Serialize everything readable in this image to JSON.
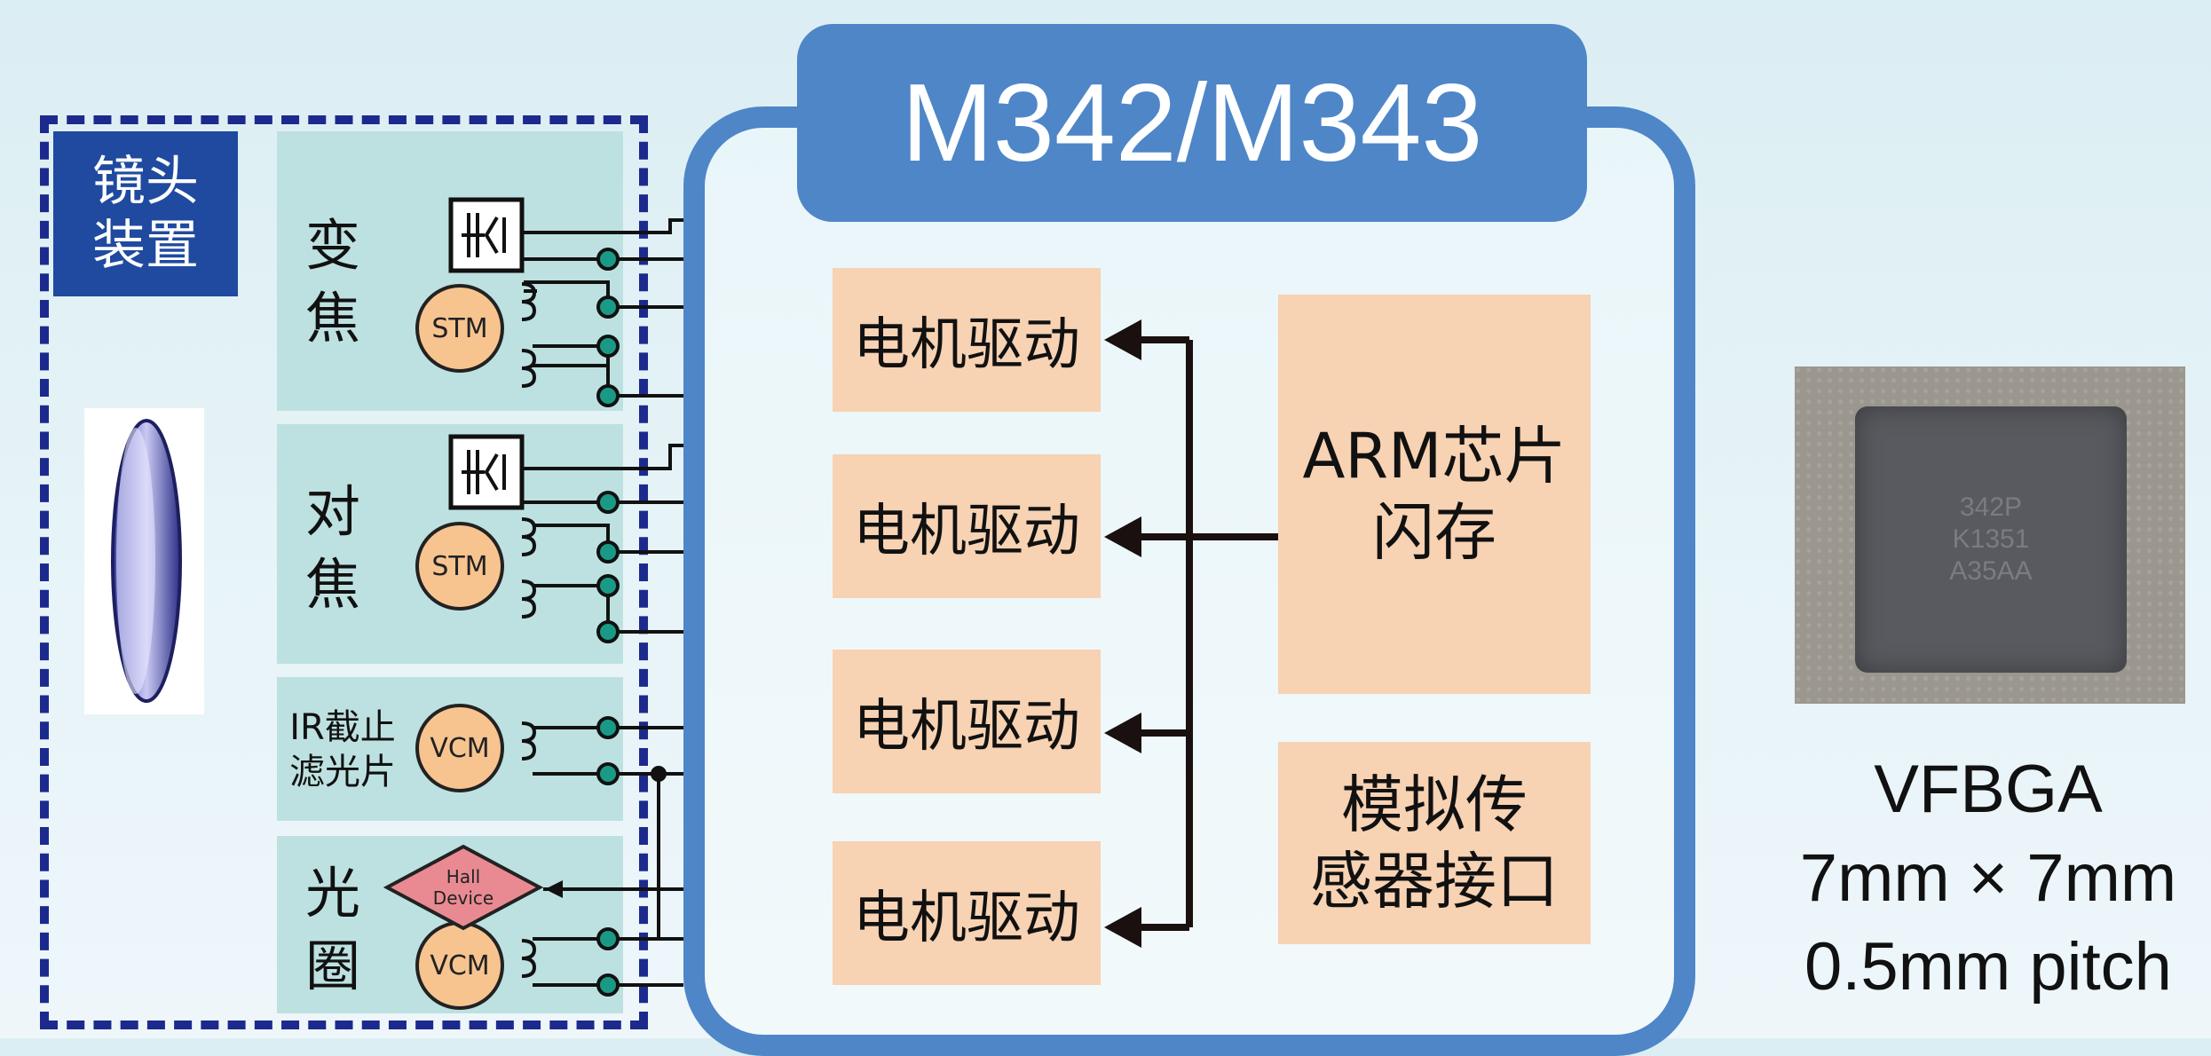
{
  "chip": {
    "title": "M342/M343"
  },
  "lens_module": {
    "title_line1": "镜头",
    "title_line2": "装置",
    "zoom": {
      "l1": "变",
      "l2": "焦",
      "motor": "STM"
    },
    "focus": {
      "l1": "对",
      "l2": "焦",
      "motor": "STM"
    },
    "ir": {
      "l1": "IR截止",
      "l2": "滤光片",
      "motor": "VCM"
    },
    "iris": {
      "l1": "光",
      "l2": "圈",
      "motor": "VCM",
      "sensor_l1": "Hall",
      "sensor_l2": "Device"
    }
  },
  "blocks": {
    "driver_1": "电机驱动",
    "driver_2": "电机驱动",
    "driver_3": "电机驱动",
    "driver_4": "电机驱动",
    "arm_l1": "ARM芯片",
    "arm_l2": "闪存",
    "sensor_l1": "模拟传",
    "sensor_l2": "感器接口"
  },
  "package": {
    "name": "VFBGA",
    "size": "7mm × 7mm",
    "pitch": "0.5mm pitch",
    "marking_l1": "342P",
    "marking_l2": "K1351",
    "marking_l3": "A35AA"
  },
  "colors": {
    "chip_border": "#4e86c8",
    "block_fill": "#f7d2b3",
    "panel_fill": "#bde1e0",
    "lens_frame": "#1c2a8e",
    "motor_fill": "#f7c490",
    "terminal": "#1a9a86"
  }
}
